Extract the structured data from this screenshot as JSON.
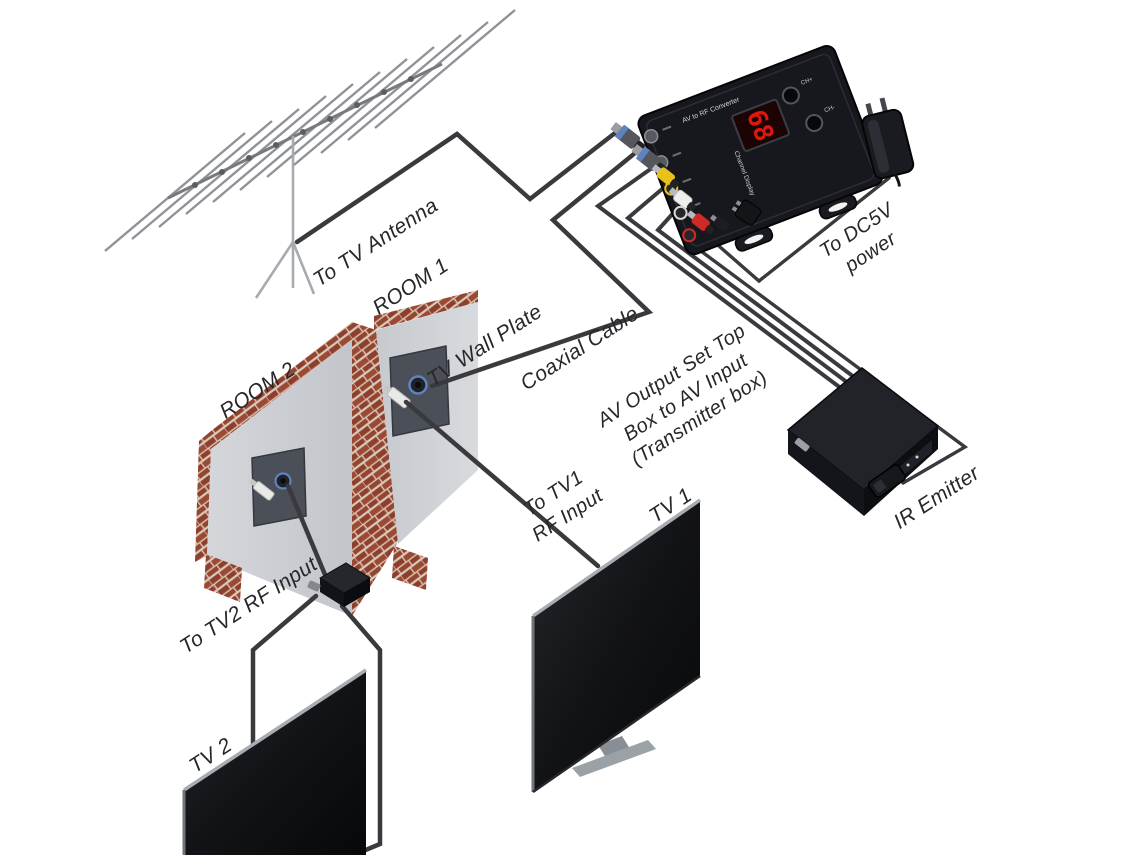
{
  "labels": {
    "to_tv_antenna": "To TV Antenna",
    "room_1": "ROOM 1",
    "room_2": "ROOM 2",
    "tv_wall_plate": "TV Wall Plate",
    "coaxial_cable": "Coaxial Cable",
    "av_output": {
      "line1": "AV Output Set Top",
      "line2": "Box to AV Input",
      "line3": "(Transmitter box)"
    },
    "to_tv1": {
      "line1": "To TV1",
      "line2": "RF Input"
    },
    "tv_1": "TV 1",
    "to_tv2": "To TV2 RF Input",
    "tv_2": "TV 2",
    "to_dc5v": {
      "line1": "To DC5V",
      "line2": "power"
    },
    "ir_emitter": "IR Emitter"
  },
  "converter": {
    "model_text": "AV to RF Converter",
    "channel_display_label": "Channel Display",
    "channel_value": "68",
    "button_up": "CH+",
    "button_down": "CH-"
  },
  "colors": {
    "cable": "#3a3a3e",
    "antenna_metal": "#8f9296",
    "brick": "#a85540",
    "wall_plaster": "#cbced2",
    "wall_plate": "#4b4f58",
    "device_black": "#17181d",
    "led_red": "#e0170f",
    "rca_yellow": "#e8c21b",
    "rca_white": "#eeeeec",
    "rca_red": "#cf2b25",
    "coax_ring_blue": "#5d83c0",
    "tv_bezel": "#a7adb2"
  }
}
